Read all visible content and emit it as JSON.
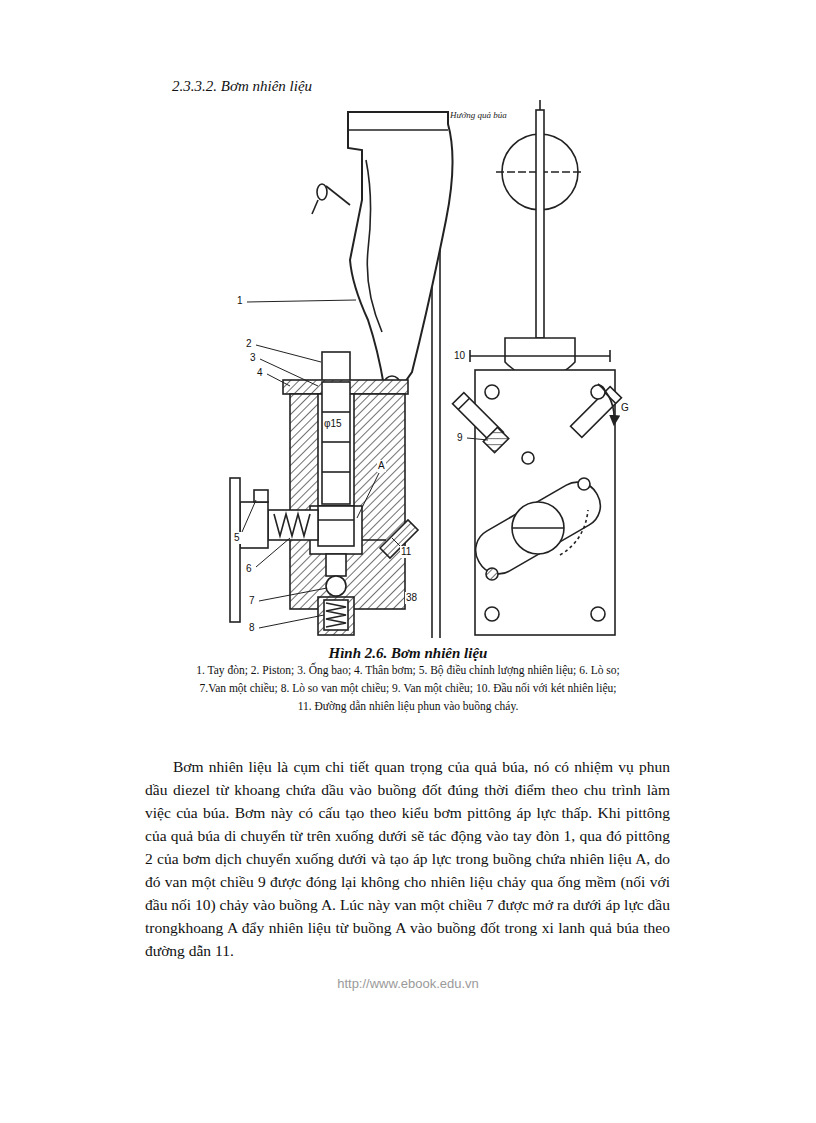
{
  "diagram": {
    "title": "2.3.3.2. Bơm nhiên liệu",
    "caption": "Hình 2.6. Bơm nhiên liệu",
    "labels": [
      "Hướng quả búa",
      "1",
      "2",
      "3",
      "4",
      "φ15",
      "A",
      "5",
      "6",
      "7",
      "8",
      "11",
      "38",
      "10",
      "9",
      "G",
      "1. Tay đòn; 2. Piston; 3. Ống bao; 4. Thân bơm; 5. Bộ điều chỉnh lượng nhiên liệu; 6. Lò so;",
      "7.Van một chiều; 8. Lò so van một chiều; 9. Van một chiều; 10. Đầu nối với két nhiên liệu;",
      "11. Đường dẫn nhiên liệu phun vào buồng cháy.",
      "Bơm nhiên liệu là cụm chi tiết quan trọng của quả búa, nó có nhiệm vụ phun dầu diezel từ khoang chứa dầu vào buồng đốt đúng thời điểm theo chu trình làm việc của búa. Bơm này có cấu tạo theo kiểu bơm pittông áp lực thấp. Khi pittông của quả búa di chuyển từ trên xuống dưới sẽ tác động vào tay đòn 1, qua đó pittông 2 của bơm dịch chuyển xuống dưới và tạo áp lực trong buồng chứa nhiên liệu A, do đó van một chiều 9 được đóng lại không cho nhiên liệu chảy qua ống mềm (nối với đầu nối 10) chảy vào buồng A. Lúc này van một chiều 7 được mở ra dưới áp lực dầu trongkhoang A đẩy nhiên liệu từ buồng A vào buồng đốt trong xi lanh quả búa theo đường dẫn 11.",
      "http://www.ebook.edu.vn"
    ]
  }
}
